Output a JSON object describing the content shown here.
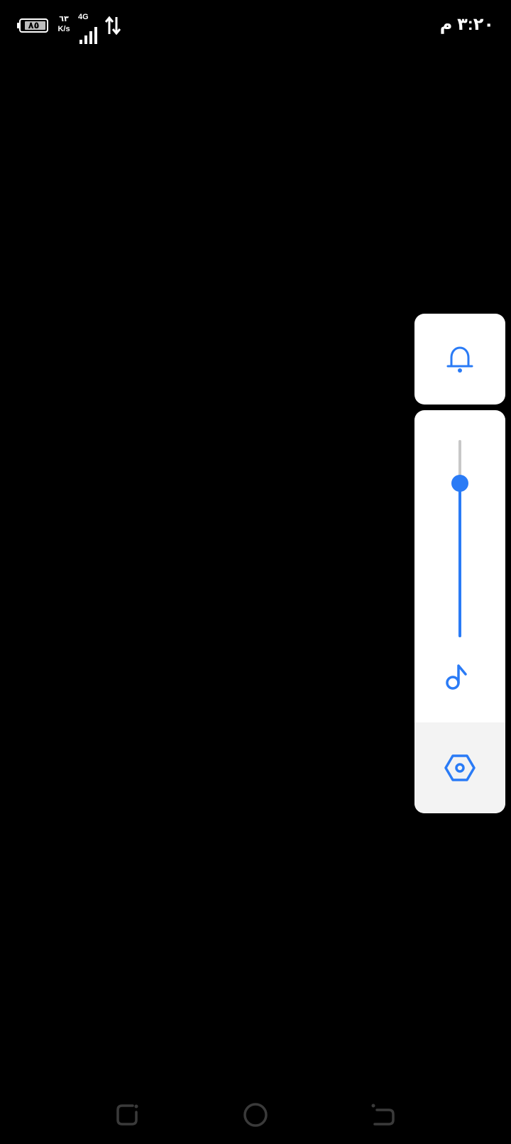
{
  "status_bar": {
    "battery_level": "٨٥",
    "battery_percent": 85,
    "net_speed_value": "٦٣",
    "net_speed_unit": "K/s",
    "network_type": "4G",
    "signal_icon": "cell-signal-icon",
    "data_icon": "data-activity-icon",
    "clock": "٣:٢٠ م"
  },
  "volume_panel": {
    "ringer_icon": "bell-icon",
    "media_icon": "music-note-icon",
    "settings_icon": "settings-hexagon-icon",
    "media_volume_percent": 78,
    "accent_color": "#2a7bf6"
  },
  "nav_bar": {
    "recents_icon": "recents-icon",
    "home_icon": "home-icon",
    "back_icon": "back-icon"
  }
}
